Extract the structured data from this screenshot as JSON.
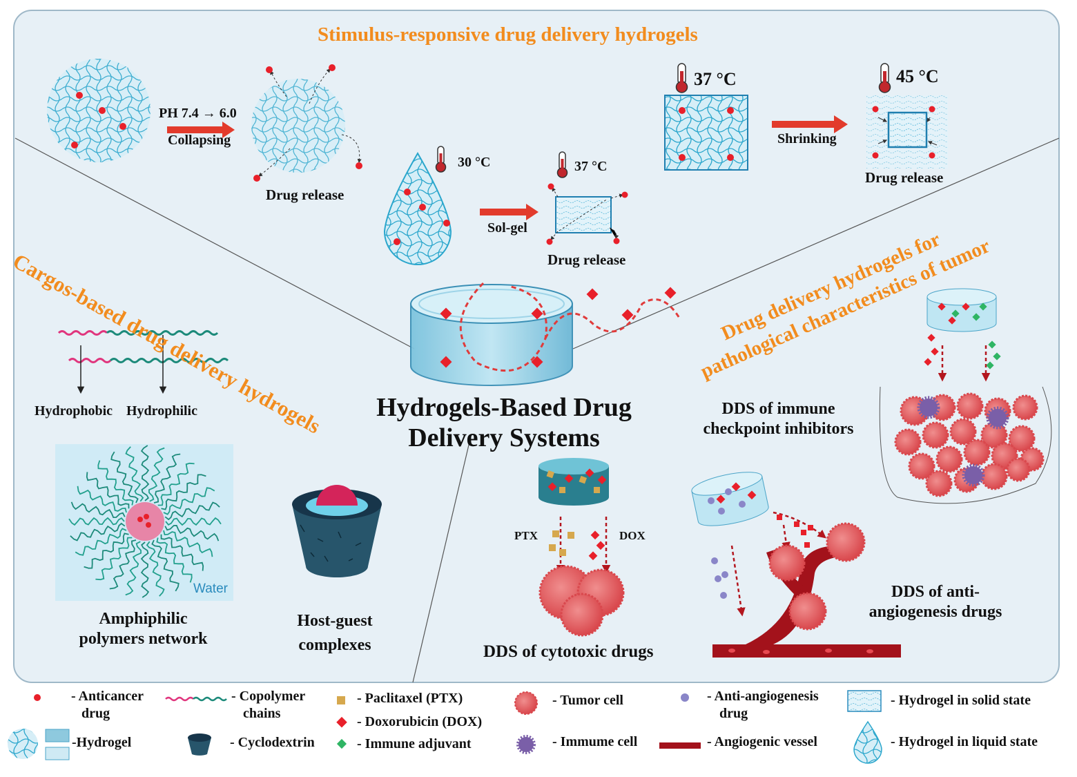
{
  "title_center": {
    "line1": "Hydrogels-Based Drug",
    "line2": "Delivery Systems"
  },
  "sections": {
    "stimulus": "Stimulus-responsive drug delivery hydrogels",
    "cargos": "Cargos-based drug delivery hydrogels",
    "pathological_line1": "Drug delivery hydrogels for",
    "pathological_line2": "pathological  characteristics of tumor"
  },
  "ph": {
    "label": "PH  7.4 → 6.0",
    "action": "Collapsing",
    "result": "Drug release"
  },
  "thermo_drop": {
    "temp1": "30 °C",
    "temp2": "37 °C",
    "action": "Sol-gel",
    "result": "Drug release"
  },
  "thermo_shrink": {
    "temp1": "37 °C",
    "temp2": "45 °C",
    "action": "Shrinking",
    "result": "Drug release"
  },
  "amphiphilic": {
    "hydrophobic": "Hydrophobic",
    "hydrophilic": "Hydrophilic",
    "water": "Water",
    "caption_line1": "Amphiphilic",
    "caption_line2": "polymers network"
  },
  "host_guest": {
    "caption_line1": "Host-guest",
    "caption_line2": "complexes"
  },
  "cytotoxic": {
    "ptx": "PTX",
    "dox": "DOX",
    "caption": "DDS of cytotoxic drugs"
  },
  "immune": {
    "caption_line1": "DDS of immune",
    "caption_line2": "checkpoint inhibitors"
  },
  "angio": {
    "caption_line1": "DDS of anti-",
    "caption_line2": "angiogenesis drugs"
  },
  "legend": {
    "anticancer_1": "- Anticancer",
    "anticancer_2": "drug",
    "copolymer_1": "- Copolymer",
    "copolymer_2": "chains",
    "ptx": "- Paclitaxel (PTX)",
    "dox": "- Doxorubicin (DOX)",
    "adjuvant": "- Immune adjuvant",
    "tumor": "- Tumor cell",
    "immune_cell": "- Immume cell",
    "anti_angio_1": "- Anti-angiogenesis",
    "anti_angio_2": "drug",
    "vessel": "- Angiogenic vessel",
    "hydrogel": "-Hydrogel",
    "cyclodextrin": "- Cyclodextrin",
    "solid": "- Hydrogel in solid state",
    "liquid": "- Hydrogel in liquid state"
  },
  "colors": {
    "orange": "#f28c1e",
    "red": "#e8202a",
    "hydrogel": "#cfeaf4",
    "net": "#27a3c9",
    "tumor": "#e5686b",
    "immune": "#7a5fa8",
    "vessel": "#b3161e",
    "panel": "#e8f1f7"
  }
}
